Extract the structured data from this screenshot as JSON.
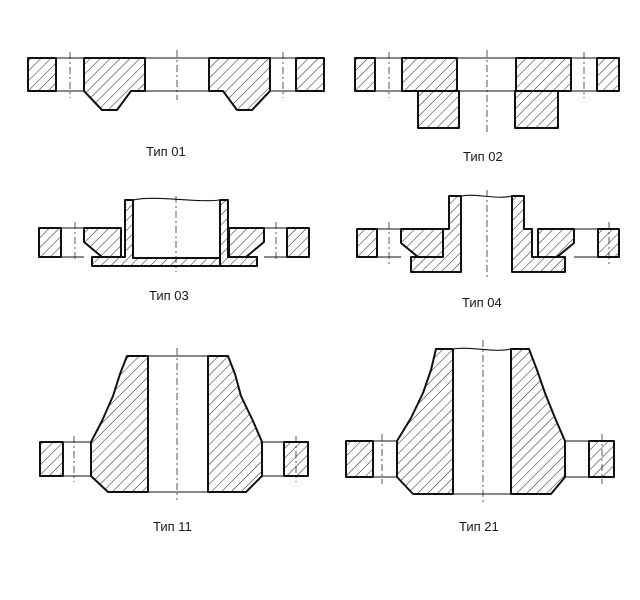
{
  "flange_types": [
    {
      "id": "t01",
      "label": "Тип 01"
    },
    {
      "id": "t02",
      "label": "Тип 02"
    },
    {
      "id": "t03",
      "label": "Тип 03"
    },
    {
      "id": "t04",
      "label": "Тип 04"
    },
    {
      "id": "t11",
      "label": "Тип 11"
    },
    {
      "id": "t21",
      "label": "Тип 21"
    }
  ]
}
